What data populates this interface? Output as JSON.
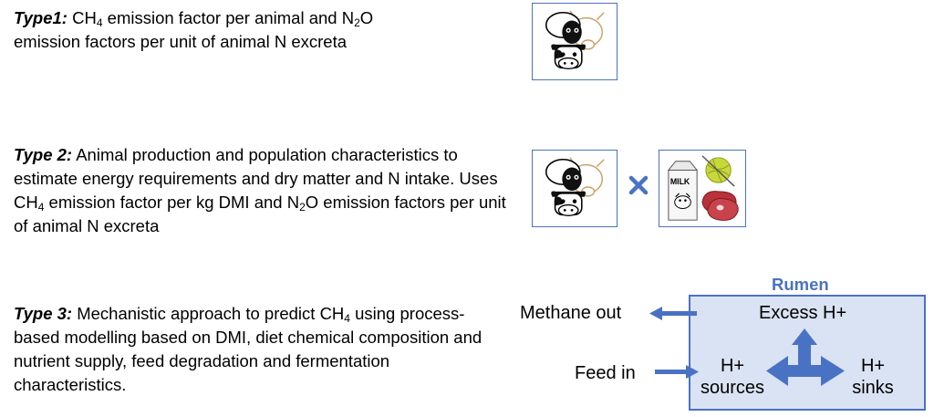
{
  "tiers": [
    {
      "label": "Type1:",
      "seg1": " CH",
      "sub1": "4",
      "seg2": " emission factor per animal and N",
      "sub2": "2",
      "seg3": "O emission factors per unit of animal N excreta"
    },
    {
      "label": "Type 2:",
      "seg1": " Animal production and population characteristics to estimate energy requirements and dry matter and N intake. Uses CH",
      "sub1": "4",
      "seg2": " emission factor per kg DMI and N",
      "sub2": "2",
      "seg3": "O emission factors per unit of animal N excreta"
    },
    {
      "label": "Type 3:",
      "seg1": " Mechanistic approach to predict CH",
      "sub1": "4",
      "seg2": " using process-based modelling based on DMI, diet chemical composition and nutrient supply, feed degradation and fermentation characteristics."
    }
  ],
  "icons": {
    "livestock": "livestock-icon",
    "products": "products-icon",
    "multiply": "multiply-icon"
  },
  "products": {
    "milk_label": "MILK"
  },
  "rumen": {
    "title": "Rumen",
    "methane_out": "Methane out",
    "feed_in": "Feed in",
    "excess": "Excess H+",
    "sources_line1": "H+",
    "sources_line2": "sources",
    "sinks_line1": "H+",
    "sinks_line2": "sinks"
  },
  "colors": {
    "accent": "#4a72c4",
    "rumen_fill": "#dae3f3"
  }
}
